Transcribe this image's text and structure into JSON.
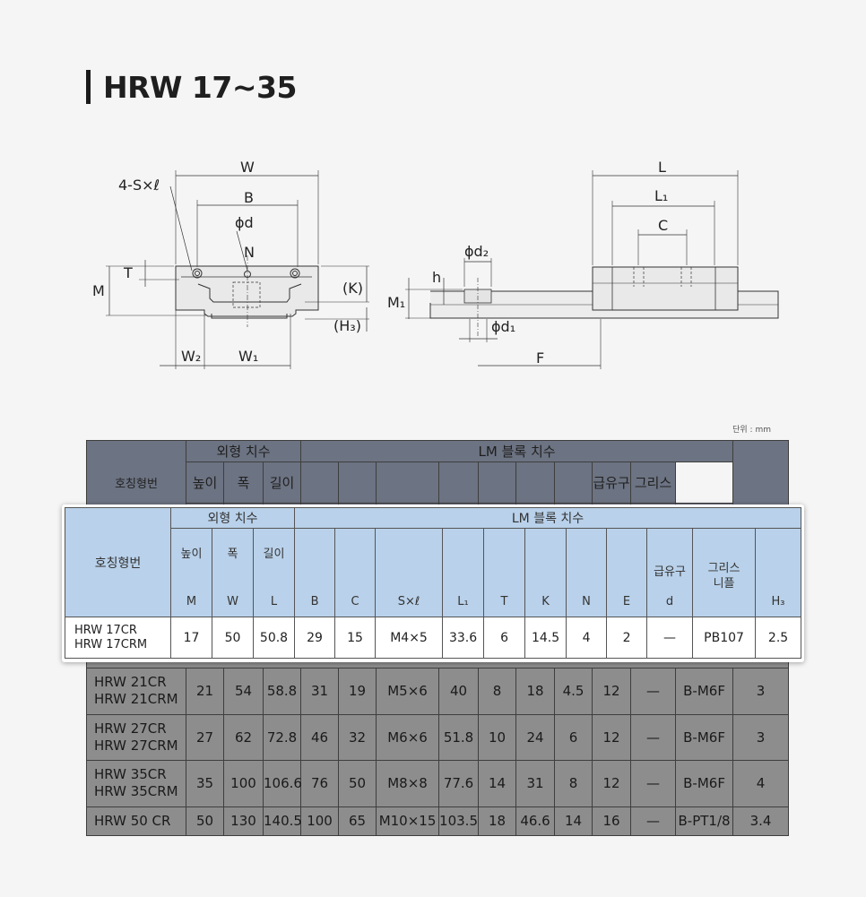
{
  "page": {
    "title": "HRW 17~35",
    "unit_note": "단위 : mm"
  },
  "drawing": {
    "labels": {
      "W": "W",
      "B": "B",
      "S": "4-S×ℓ",
      "d": "ϕd",
      "N": "N",
      "T": "T",
      "M": "M",
      "K": "(K)",
      "H3": "(H₃)",
      "W2": "W₂",
      "W1": "W₁",
      "L": "L",
      "L1": "L₁",
      "C": "C",
      "d2": "ϕd₂",
      "h": "h",
      "M1": "M₁",
      "d1": "ϕd₁",
      "F": "F"
    }
  },
  "table": {
    "group_outer": "외형 치수",
    "group_lm": "LM 블록 치수",
    "model_header": "호칭형번",
    "height_label": "높이",
    "width_label": "폭",
    "length_label": "길이",
    "oil_label": "급유구",
    "grease_label": "그리스 니플",
    "bg_oil_fragment": "급유구",
    "bg_grease_fragment": "그리스",
    "bg_model_fragment": "호칭형번",
    "symbols": {
      "M": "M",
      "W": "W",
      "L": "L",
      "B": "B",
      "C": "C",
      "S": "S×ℓ",
      "L1": "L₁",
      "T": "T",
      "K": "K",
      "N": "N",
      "E": "E",
      "d": "d",
      "H3": "H₃"
    },
    "highlight_row": {
      "model_1": "HRW 17CR",
      "model_2": "HRW 17CRM",
      "M": "17",
      "W": "50",
      "L": "50.8",
      "B": "29",
      "C": "15",
      "S": "M4×5",
      "L1": "33.6",
      "T": "6",
      "K": "14.5",
      "N": "4",
      "E": "2",
      "d": "—",
      "nipple": "PB107",
      "H3": "2.5"
    },
    "rows": [
      {
        "model_1": "HRW 21CR",
        "model_2": "HRW 21CRM",
        "M": "21",
        "W": "54",
        "L": "58.8",
        "B": "31",
        "C": "19",
        "S": "M5×6",
        "L1": "40",
        "T": "8",
        "K": "18",
        "N": "4.5",
        "E": "12",
        "d": "—",
        "nipple": "B-M6F",
        "H3": "3"
      },
      {
        "model_1": "HRW 27CR",
        "model_2": "HRW 27CRM",
        "M": "27",
        "W": "62",
        "L": "72.8",
        "B": "46",
        "C": "32",
        "S": "M6×6",
        "L1": "51.8",
        "T": "10",
        "K": "24",
        "N": "6",
        "E": "12",
        "d": "—",
        "nipple": "B-M6F",
        "H3": "3"
      },
      {
        "model_1": "HRW 35CR",
        "model_2": "HRW 35CRM",
        "M": "35",
        "W": "100",
        "L": "106.6",
        "B": "76",
        "C": "50",
        "S": "M8×8",
        "L1": "77.6",
        "T": "14",
        "K": "31",
        "N": "8",
        "E": "12",
        "d": "—",
        "nipple": "B-M6F",
        "H3": "4"
      },
      {
        "model_1": "HRW 50 CR",
        "model_2": "",
        "M": "50",
        "W": "130",
        "L": "140.5",
        "B": "100",
        "C": "65",
        "S": "M10×15",
        "L1": "103.5",
        "T": "18",
        "K": "46.6",
        "N": "14",
        "E": "16",
        "d": "—",
        "nipple": "B-PT1/8",
        "H3": "3.4"
      }
    ]
  }
}
